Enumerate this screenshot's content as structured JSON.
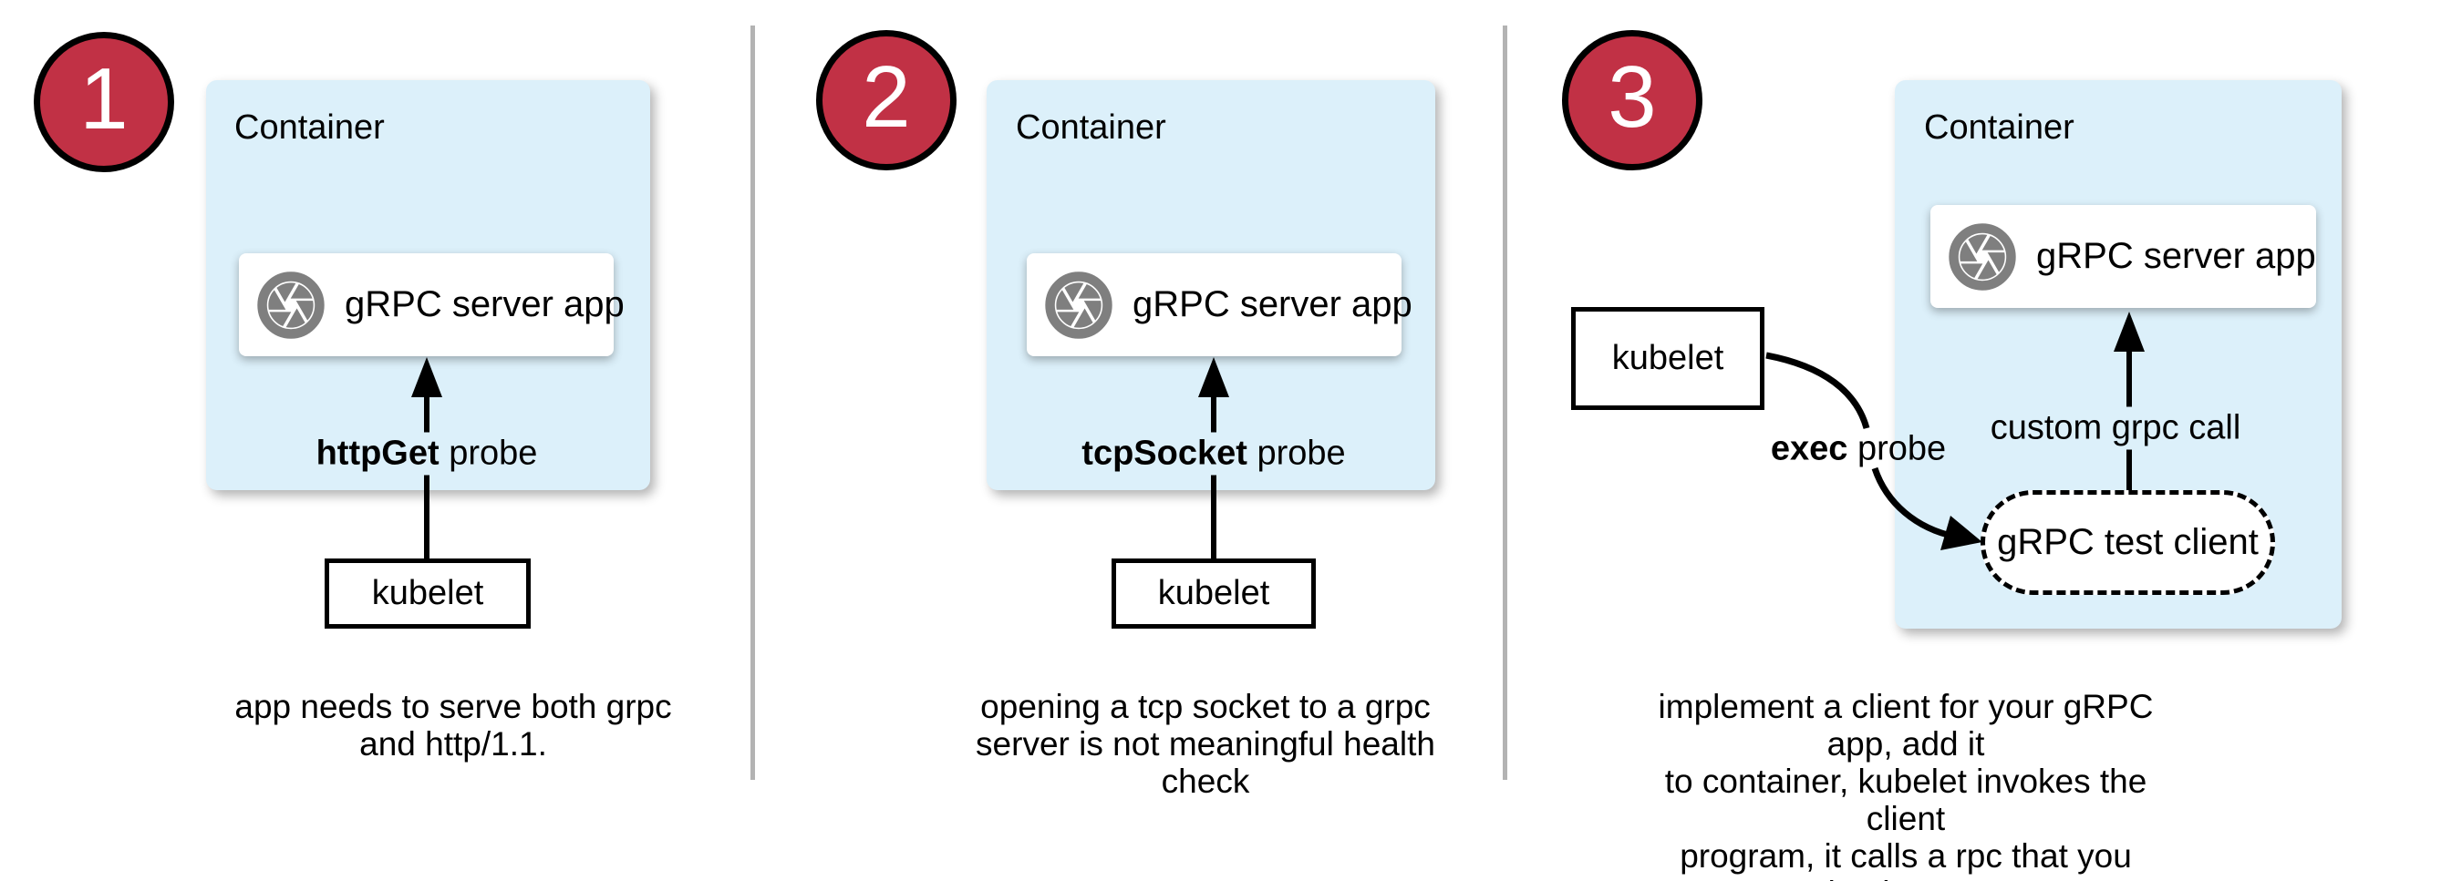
{
  "colors": {
    "accent_red": "#C13145",
    "container_blue": "#DCF0FA",
    "icon_gray": "#7F7F7F",
    "divider_gray": "#B3B3B3"
  },
  "icons": {
    "app_icon": "aperture-camera-shutter"
  },
  "panels": [
    {
      "number": "1",
      "container_label": "Container",
      "app_label": "gRPC server app",
      "probe_bold": "httpGet",
      "probe_rest": "probe",
      "kubelet_label": "kubelet",
      "caption": "app needs to serve both grpc\nand http/1.1."
    },
    {
      "number": "2",
      "container_label": "Container",
      "app_label": "gRPC server app",
      "probe_bold": "tcpSocket",
      "probe_rest": "probe",
      "kubelet_label": "kubelet",
      "caption": "opening a tcp socket to a grpc\nserver is not meaningful health\ncheck"
    },
    {
      "number": "3",
      "container_label": "Container",
      "app_label": "gRPC server app",
      "exec_bold": "exec",
      "exec_rest": "probe",
      "custom_call_label": "custom grpc call",
      "test_client_label": "gRPC test client",
      "kubelet_label": "kubelet",
      "caption": "implement a client for your gRPC app, add it\nto container, kubelet invokes the client\nprogram, it calls a rpc that you implement"
    }
  ]
}
